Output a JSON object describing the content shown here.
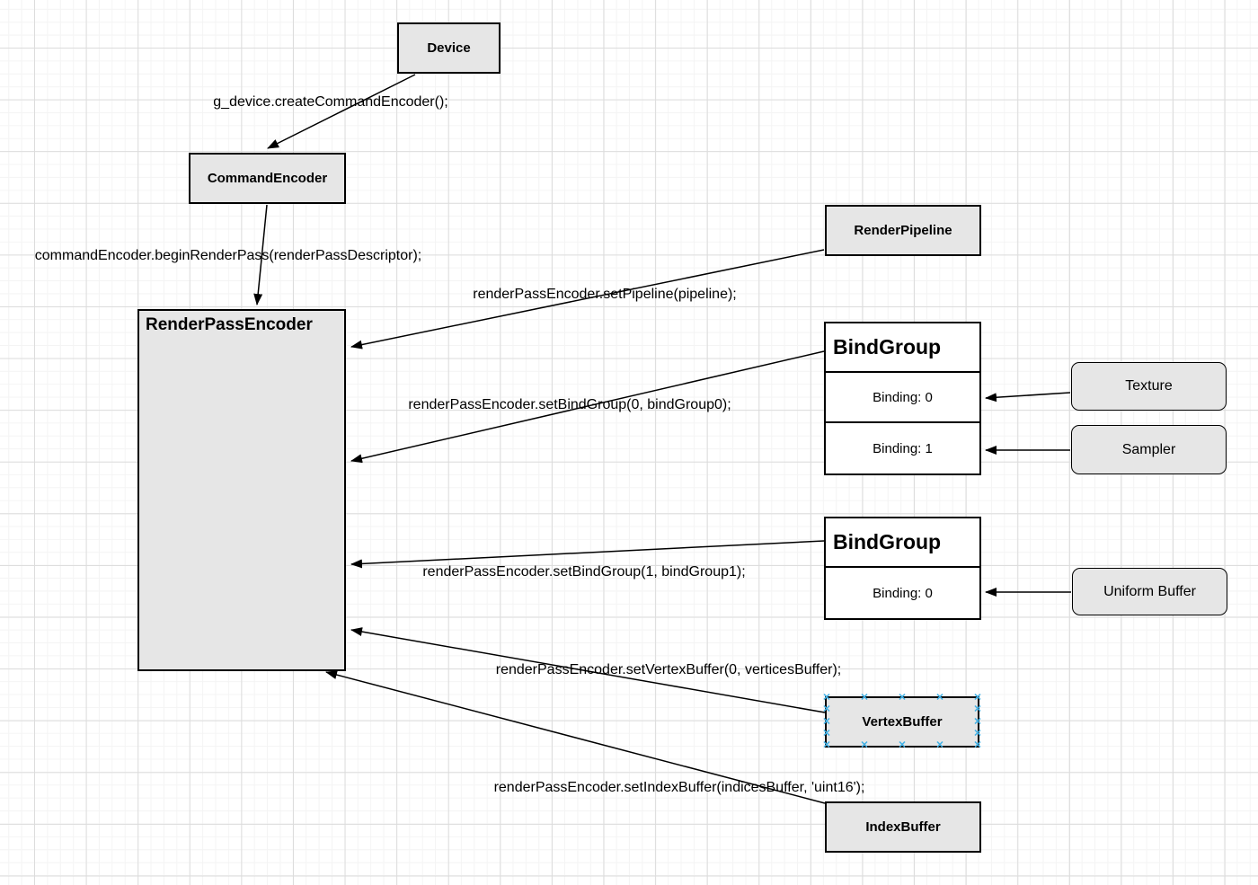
{
  "nodes": {
    "device": {
      "label": "Device"
    },
    "command_encoder": {
      "label": "CommandEncoder"
    },
    "render_pass_encoder": {
      "label": "RenderPassEncoder"
    },
    "render_pipeline": {
      "label": "RenderPipeline"
    },
    "bind_group_0": {
      "title": "BindGroup",
      "rows": [
        "Binding: 0",
        "Binding: 1"
      ]
    },
    "texture": {
      "label": "Texture"
    },
    "sampler": {
      "label": "Sampler"
    },
    "bind_group_1": {
      "title": "BindGroup",
      "rows": [
        "Binding: 0"
      ]
    },
    "uniform_buffer": {
      "label": "Uniform Buffer"
    },
    "vertex_buffer": {
      "label": "VertexBuffer"
    },
    "index_buffer": {
      "label": "IndexBuffer"
    }
  },
  "edge_labels": {
    "create_command_encoder": "g_device.createCommandEncoder();",
    "begin_render_pass": "commandEncoder.beginRenderPass(renderPassDescriptor);",
    "set_pipeline": "renderPassEncoder.setPipeline(pipeline);",
    "set_bind_group_0": "renderPassEncoder.setBindGroup(0, bindGroup0);",
    "set_bind_group_1": "renderPassEncoder.setBindGroup(1, bindGroup1);",
    "set_vertex_buffer": "renderPassEncoder.setVertexBuffer(0, verticesBuffer);",
    "set_index_buffer": "renderPassEncoder.setIndexBuffer(indicesBuffer, 'uint16');"
  },
  "colors": {
    "node_fill": "#e6e6e6",
    "node_border": "#000000",
    "bindgroup_fill": "#ffffff",
    "edge": "#000000",
    "selection_handle": "#41b1e6",
    "grid_minor": "#f4f4f4",
    "grid_major": "#dcdcdc"
  }
}
